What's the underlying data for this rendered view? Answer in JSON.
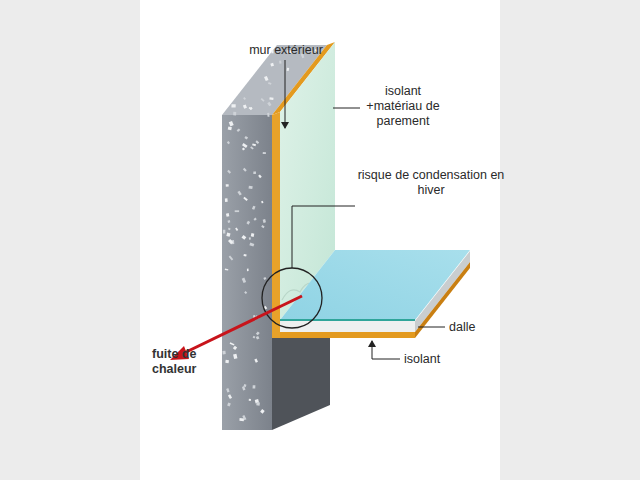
{
  "diagram": {
    "labels": [
      "mur extérieur",
      "isolant +matériau de parement",
      "risque de condensation en hiver",
      "dalle",
      "isolant",
      "fuite de chaleur"
    ]
  }
}
